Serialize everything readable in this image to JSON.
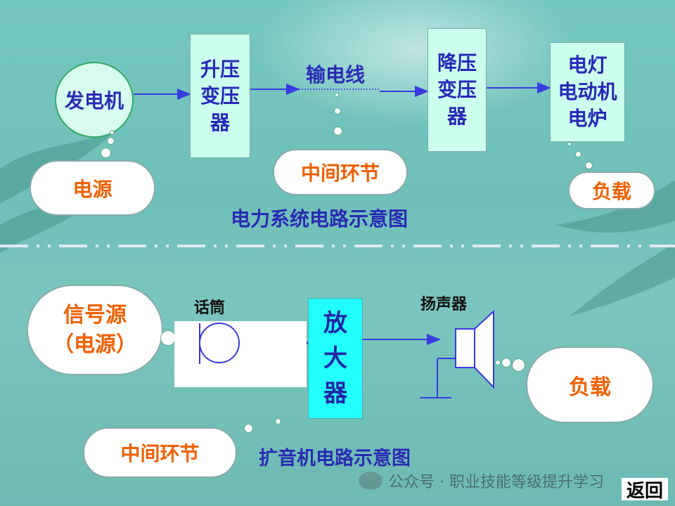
{
  "top": {
    "generator": "发电机",
    "step_up": "升压\n变压\n器",
    "line": "输电线",
    "step_down": "降压\n变压\n器",
    "loads": "电灯\n电动机\n电炉",
    "source_cloud": "电源",
    "middle_cloud": "中间环节",
    "load_cloud": "负载",
    "caption": "电力系统电路示意图"
  },
  "bottom": {
    "signal_cloud": "信号源\n（电源）",
    "mic_label": "话筒",
    "amplifier": "放\n大\n器",
    "speaker_label": "扬声器",
    "load_cloud": "负载",
    "middle_cloud": "中间环节",
    "caption": "扩音机电路示意图"
  },
  "watermark": "公众号 · 职业技能等级提升学习",
  "back_button": "返回"
}
